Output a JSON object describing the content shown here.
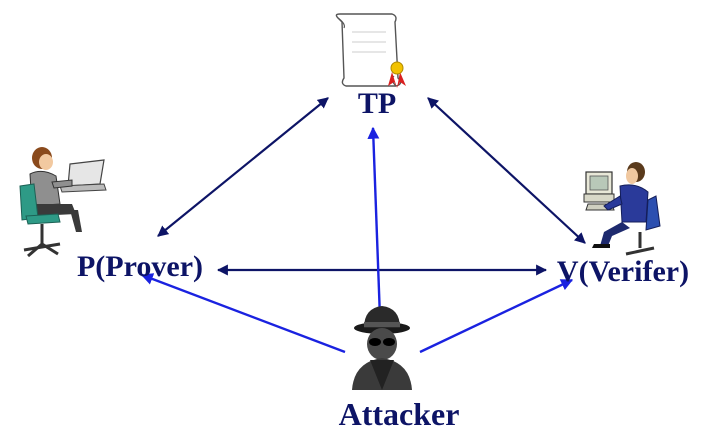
{
  "nodes": {
    "tp": {
      "label": "TP",
      "icon": "certificate-scroll-icon"
    },
    "prover": {
      "label": "P(Prover)",
      "icon": "woman-at-laptop-icon"
    },
    "verifier": {
      "label": "V(Verifer)",
      "icon": "man-at-computer-icon"
    },
    "attacker": {
      "label": "Attacker",
      "icon": "spy-icon"
    }
  },
  "edges": [
    {
      "from": "prover",
      "to": "tp",
      "kind": "bidirectional"
    },
    {
      "from": "verifier",
      "to": "tp",
      "kind": "bidirectional"
    },
    {
      "from": "prover",
      "to": "verifier",
      "kind": "bidirectional"
    },
    {
      "from": "attacker",
      "to": "tp",
      "kind": "attack"
    },
    {
      "from": "attacker",
      "to": "prover",
      "kind": "attack"
    },
    {
      "from": "attacker",
      "to": "verifier",
      "kind": "attack"
    }
  ],
  "colors": {
    "label": "#0d1466",
    "edge_bidirectional": "#0d1466",
    "edge_attack": "#1a22e0",
    "ribbon": "#d92020",
    "seal": "#f2c200"
  }
}
